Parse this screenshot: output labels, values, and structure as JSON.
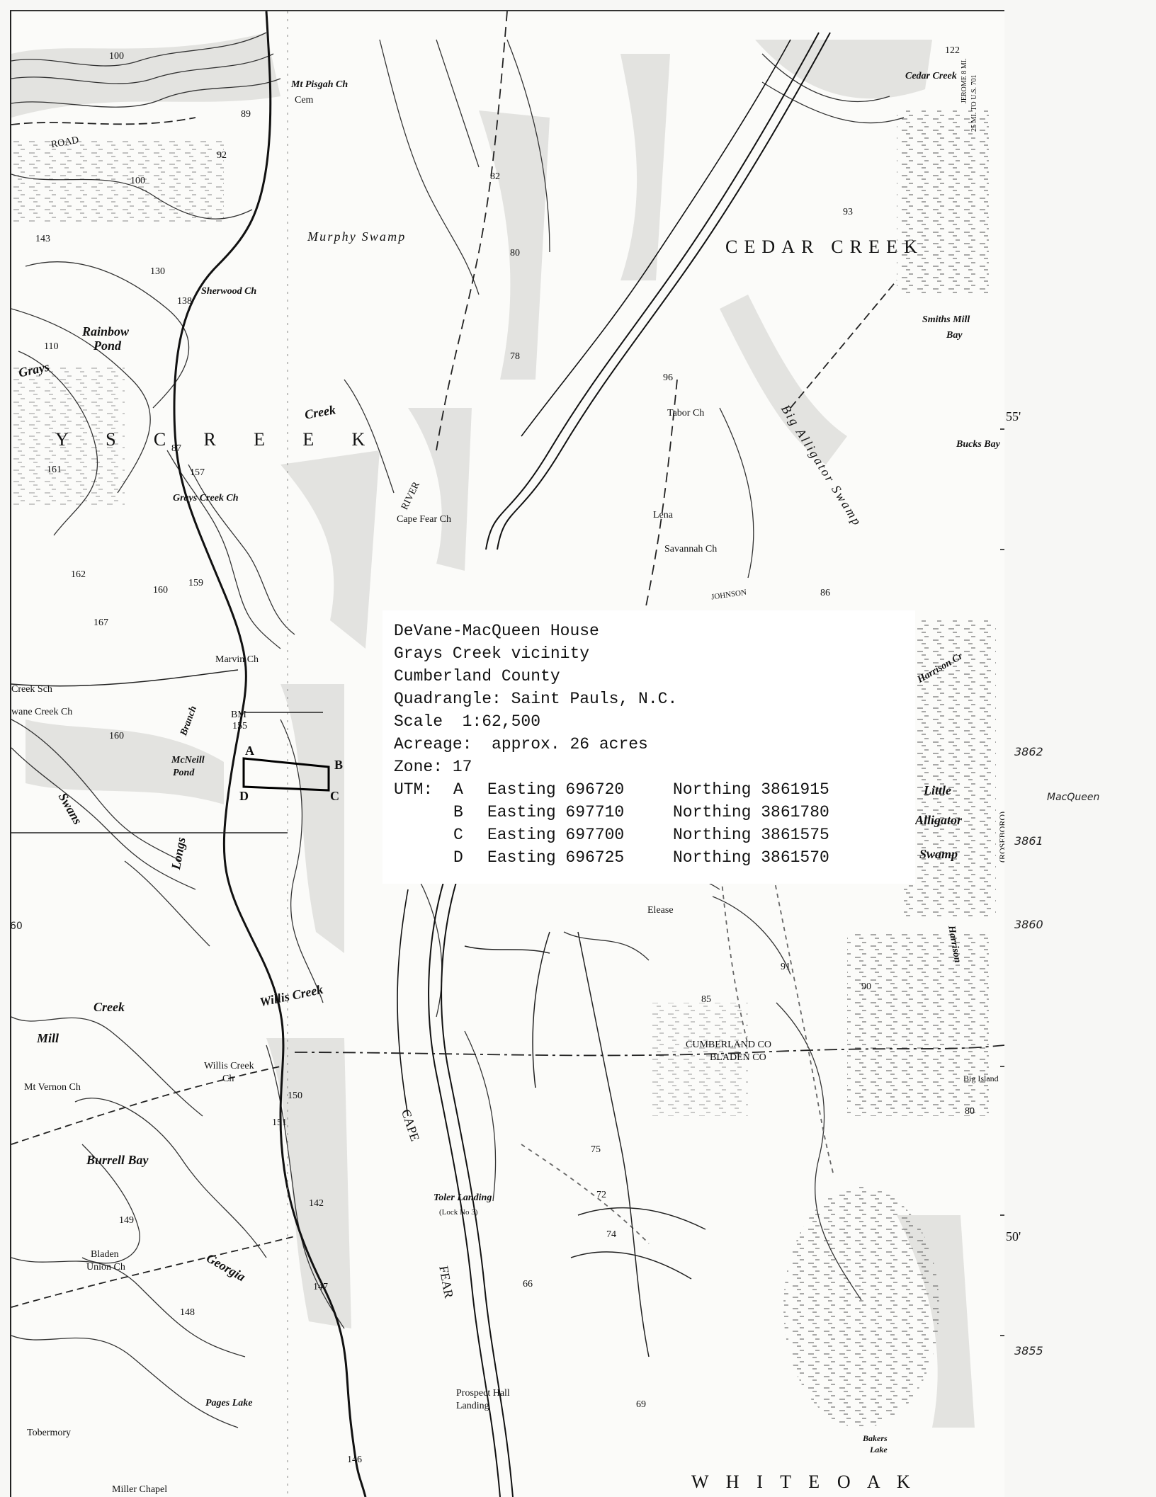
{
  "map": {
    "place_labels": {
      "mt_pisgah_ch": "Mt Pisgah Ch",
      "cedar_creek_small": "Cedar Creek",
      "cedar_creek_big": "CEDAR CREEK",
      "murphy_swamp": "Murphy Swamp",
      "sherwood_ch": "Sherwood Ch",
      "rainbow": "Rainbow",
      "pond": "Pond",
      "grays": "Grays",
      "grays_creek_township": "Y S C R E E K",
      "creek": "Creek",
      "smiths_mill": "Smiths Mill",
      "bay": "Bay",
      "tabor_ch": "Tabor Ch",
      "big_alligator_swamp": "Big Alligator Swamp",
      "bucks_bay": "Bucks Bay",
      "grays_creek_ch": "Grays Creek Ch",
      "cape_fear_ch": "Cape Fear Ch",
      "lena": "Lena",
      "savannah_ch": "Savannah Ch",
      "johnson": "JOHNSON",
      "marvin_ch": "Marvin Ch",
      "creek_sch": "Creek Sch",
      "swane_creek_ch": "wane Creek Ch",
      "mcneill_pond": "McNeill",
      "mcneill_pond2": "Pond",
      "branch": "Branch",
      "longs": "Longs",
      "swans": "Swans",
      "harrison_cr": "Harrison Cr",
      "little": "Little",
      "alligator": "Alligator",
      "swamp": "Swamp",
      "elease": "Elease",
      "harrison": "Harrison",
      "willis_creek": "Willis Creek",
      "mill": "Mill",
      "cumberland_co": "CUMBERLAND CO",
      "bladen_co": "BLADEN CO",
      "big_island": "Big Island",
      "willis_creek_ch": "Willis Creek",
      "ch": "Ch",
      "mt_vernon_ch": "Mt Vernon Ch",
      "burrell_bay": "Burrell Bay",
      "toler_landing": "Toler Landing",
      "lock_no3": "(Lock No 3)",
      "bladen_union_ch": "Bladen",
      "union_ch": "Union Ch",
      "georgia": "Georgia",
      "cape": "CAPE",
      "fear": "FEAR",
      "river": "RIVER",
      "road": "ROAD",
      "pages_lake": "Pages Lake",
      "prospect_hall_landing": "Prospect Hall",
      "landing": "Landing",
      "tobermory": "Tobermory",
      "bakers_lake": "Bakers",
      "lake": "Lake",
      "white_oak": "W H I T E  O A K",
      "miller_chapel": "Miller Chapel",
      "cem": "Cem",
      "bm": "BM",
      "jerome": "JEROME 8 MI.",
      "us701": "25 MI. TO U.S. 701",
      "roseboro": "(ROSEBORO)"
    },
    "elevations": [
      "100",
      "89",
      "92",
      "82",
      "80",
      "78",
      "96",
      "93",
      "143",
      "130",
      "138",
      "110",
      "100",
      "159",
      "161",
      "157",
      "162",
      "160",
      "155",
      "150",
      "167",
      "160",
      "86",
      "87",
      "90",
      "85",
      "91",
      "72",
      "75",
      "74",
      "66",
      "69",
      "147",
      "146",
      "148",
      "142",
      "151",
      "149",
      "80",
      "122"
    ],
    "minute_marks": {
      "m55": "55'",
      "m50": "50'"
    }
  },
  "info_box": {
    "title": "DeVane-MacQueen House",
    "vicinity": "Grays Creek vicinity",
    "county": "Cumberland County",
    "quadrangle": "Quadrangle: Saint Pauls, N.C.",
    "scale": "Scale  1:62,500",
    "acreage": "Acreage:  approx. 26 acres",
    "zone": "Zone: 17",
    "utm_label": "UTM:",
    "utm": [
      {
        "point": "A",
        "easting": "Easting 696720",
        "northing": "Northing 3861915"
      },
      {
        "point": "B",
        "easting": "Easting 697710",
        "northing": "Northing 3861780"
      },
      {
        "point": "C",
        "easting": "Easting 697700",
        "northing": "Northing 3861575"
      },
      {
        "point": "D",
        "easting": "Easting 696725",
        "northing": "Northing 3861570"
      }
    ]
  },
  "boundary_points": [
    "A",
    "B",
    "C",
    "D"
  ],
  "margin_notes": {
    "n3862": "3862",
    "n3861": "3861",
    "n3860": "3860",
    "n3855": "3855",
    "macqueen": "MacQueen",
    "m60": "60"
  }
}
